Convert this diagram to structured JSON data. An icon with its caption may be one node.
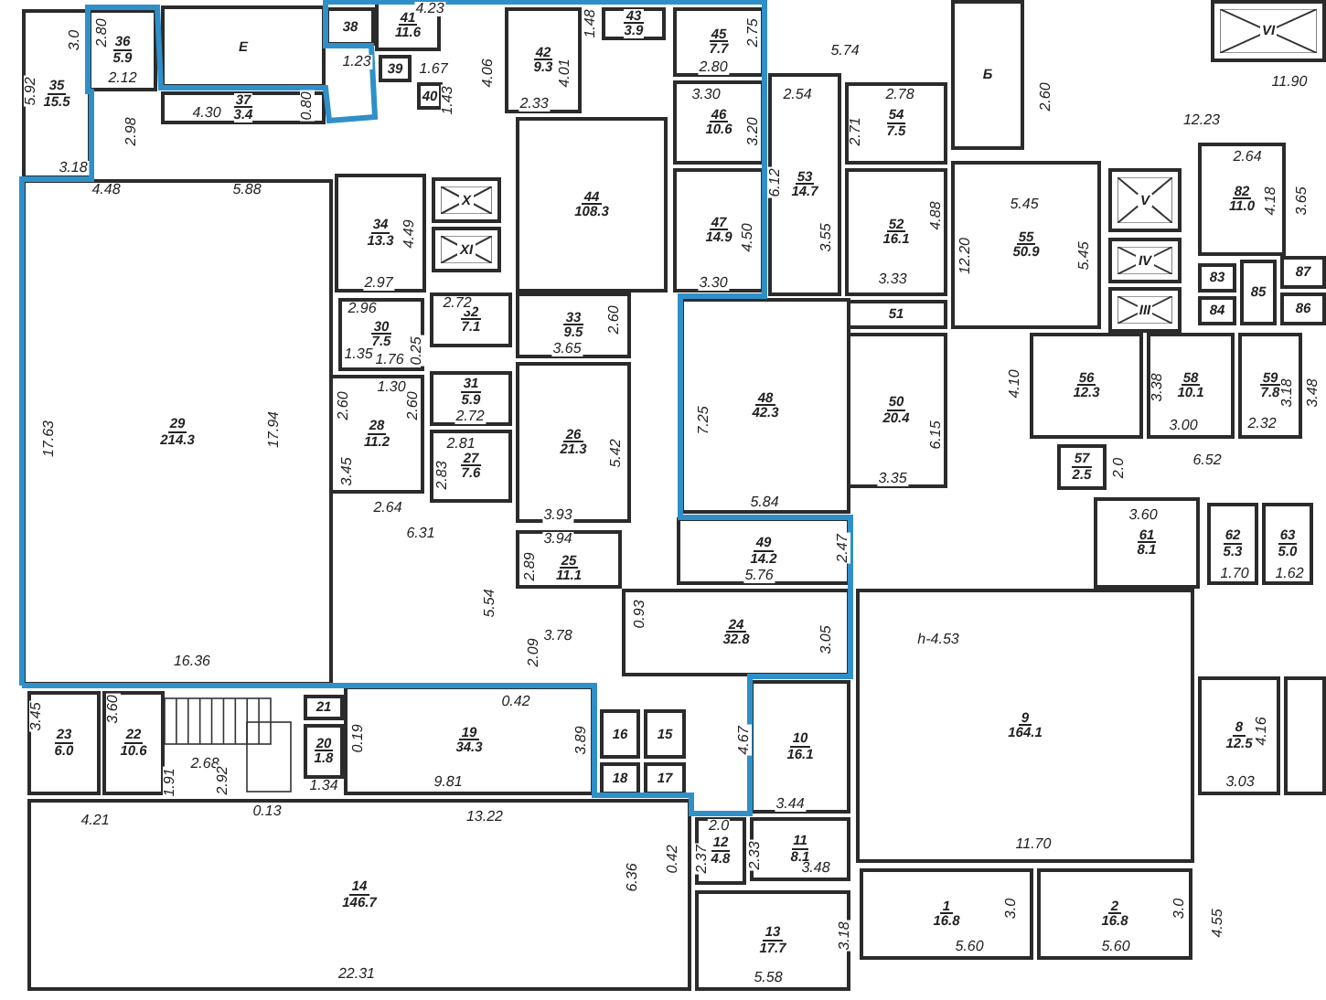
{
  "diagram": {
    "nodes": [
      {
        "text": [
          "35",
          "15.5"
        ]
      },
      {
        "text": [
          "36",
          "5.9"
        ]
      },
      {
        "text": [
          "E"
        ]
      },
      {
        "text": [
          "37",
          "3.4"
        ]
      },
      {
        "text": [
          "38"
        ]
      },
      {
        "text": [
          "41",
          "11.6"
        ]
      },
      {
        "text": [
          "39"
        ]
      },
      {
        "text": [
          "40"
        ]
      },
      {
        "text": [
          "42",
          "9.3"
        ]
      },
      {
        "text": [
          "43",
          "3.9"
        ]
      },
      {
        "text": [
          "44",
          "108.3"
        ]
      },
      {
        "text": [
          "45",
          "7.7"
        ]
      },
      {
        "text": [
          "46",
          "10.6"
        ]
      },
      {
        "text": [
          "47",
          "14.9"
        ]
      },
      {
        "text": [
          "53",
          "14.7"
        ]
      },
      {
        "text": [
          "54",
          "7.5"
        ]
      },
      {
        "text": [
          "52",
          "16.1"
        ]
      },
      {
        "text": [
          "51"
        ]
      },
      {
        "text": [
          "50",
          "20.4"
        ]
      },
      {
        "text": [
          "Б"
        ]
      },
      {
        "text": [
          "VI"
        ]
      },
      {
        "text": [
          "55",
          "50.9"
        ]
      },
      {
        "text": [
          "V"
        ]
      },
      {
        "text": [
          "IV"
        ]
      },
      {
        "text": [
          "III"
        ]
      },
      {
        "text": [
          "82",
          "11.0"
        ]
      },
      {
        "text": [
          "83"
        ]
      },
      {
        "text": [
          "84"
        ]
      },
      {
        "text": [
          "85"
        ]
      },
      {
        "text": [
          "87"
        ]
      },
      {
        "text": [
          "86"
        ]
      },
      {
        "text": [
          "56",
          "12.3"
        ]
      },
      {
        "text": [
          "58",
          "10.1"
        ]
      },
      {
        "text": [
          "59",
          "7.8"
        ]
      },
      {
        "text": [
          "57",
          "2.5"
        ]
      },
      {
        "text": [
          "34",
          "13.3"
        ]
      },
      {
        "text": [
          "X"
        ]
      },
      {
        "text": [
          "XI"
        ]
      },
      {
        "text": [
          "29",
          "214.3"
        ]
      },
      {
        "text": [
          "30",
          "7.5"
        ]
      },
      {
        "text": [
          "32",
          "7.1"
        ]
      },
      {
        "text": [
          "33",
          "9.5"
        ]
      },
      {
        "text": [
          "28",
          "11.2"
        ]
      },
      {
        "text": [
          "31",
          "5.9"
        ]
      },
      {
        "text": [
          "27",
          "7.6"
        ]
      },
      {
        "text": [
          "26",
          "21.3"
        ]
      },
      {
        "text": [
          "48",
          "42.3"
        ]
      },
      {
        "text": [
          "25",
          "11.1"
        ]
      },
      {
        "text": [
          "49",
          "14.2"
        ]
      },
      {
        "text": [
          "24",
          "32.8"
        ]
      },
      {
        "text": [
          "61",
          "8.1"
        ]
      },
      {
        "text": [
          "62",
          "5.3"
        ]
      },
      {
        "text": [
          "63",
          "5.0"
        ]
      },
      {
        "text": [
          "9",
          "164.1"
        ]
      },
      {
        "text": [
          "8",
          "12.5"
        ]
      },
      {
        "text": [],
        "shape": "box"
      },
      {
        "text": [
          "23",
          "6.0"
        ]
      },
      {
        "text": [
          "22",
          "10.6"
        ]
      },
      {
        "text": [
          "21"
        ]
      },
      {
        "text": [
          "20",
          "1.8"
        ]
      },
      {
        "text": [
          "19",
          "34.3"
        ]
      },
      {
        "text": [
          "16"
        ]
      },
      {
        "text": [
          "15"
        ]
      },
      {
        "text": [
          "18"
        ]
      },
      {
        "text": [
          "17"
        ]
      },
      {
        "text": [
          "10",
          "16.1"
        ]
      },
      {
        "text": [
          "12",
          "4.8"
        ]
      },
      {
        "text": [
          "11",
          "8.1"
        ]
      },
      {
        "text": [
          "14",
          "146.7"
        ]
      },
      {
        "text": [
          "13",
          "17.7"
        ]
      },
      {
        "text": [
          "1",
          "16.8"
        ]
      },
      {
        "text": [
          "2",
          "16.8"
        ]
      }
    ],
    "labels": [
      "5.92",
      "3.0",
      "2.80",
      "2.12",
      "2.98",
      "3.18",
      "4.48",
      "4.30",
      "0.80",
      "4.23",
      "1.23",
      "1.67",
      "1.43",
      "4.06",
      "4.01",
      "2.33",
      "1.48",
      "2.75",
      "2.80",
      "3.30",
      "3.20",
      "4.50",
      "3.30",
      "5.74",
      "2.54",
      "2.78",
      "2.71",
      "6.12",
      "3.55",
      "4.88",
      "3.33",
      "6.15",
      "3.35",
      "2.60",
      "12.23",
      "11.90",
      "5.45",
      "12.20",
      "5.45",
      "2.64",
      "4.18",
      "3.65",
      "4.10",
      "3.38",
      "3.00",
      "3.18",
      "2.32",
      "3.48",
      "2.0",
      "6.52",
      "5.88",
      "4.49",
      "2.97",
      "2.96",
      "1.76",
      "0.25",
      "1.35",
      "2.60",
      "2.60",
      "1.30",
      "3.45",
      "2.64",
      "6.31",
      "2.72",
      "2.72",
      "2.81",
      "2.83",
      "2.60",
      "3.65",
      "7.25",
      "5.84",
      "5.42",
      "3.93",
      "3.94",
      "2.89",
      "17.63",
      "17.94",
      "5.54",
      "2.47",
      "5.76",
      "0.93",
      "3.78",
      "2.09",
      "3.05",
      "16.36",
      "h-4.53",
      "3.60",
      "1.70",
      "1.62",
      "3.45",
      "3.60",
      "0.19",
      "0.42",
      "3.89",
      "1.91",
      "2.68",
      "2.92",
      "1.34",
      "9.81",
      "0.13",
      "4.21",
      "13.22",
      "4.67",
      "3.44",
      "2.0",
      "2.37",
      "2.33",
      "3.48",
      "0.42",
      "6.36",
      "4.16",
      "3.03",
      "11.70",
      "3.0",
      "3.0",
      "4.55",
      "5.60",
      "5.60",
      "3.18",
      "22.31",
      "5.58"
    ]
  }
}
